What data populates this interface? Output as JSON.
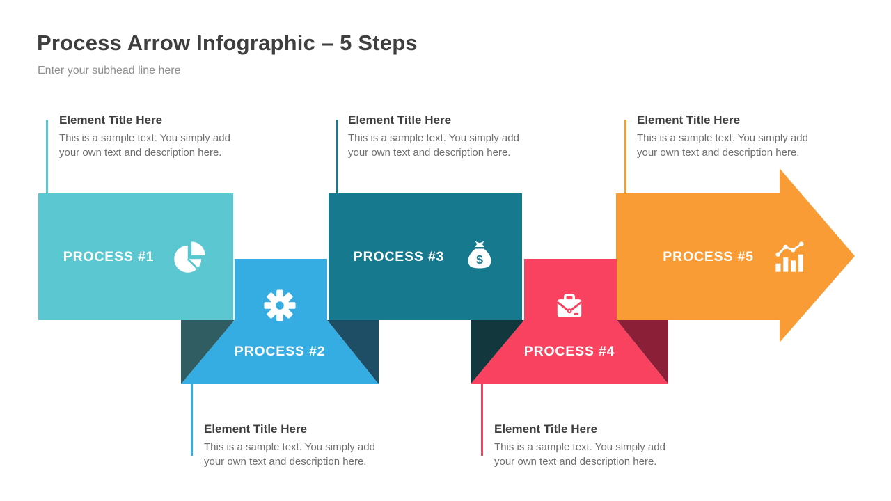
{
  "header": {
    "title": "Process Arrow Infographic – 5 Steps",
    "subhead": "Enter your subhead line here"
  },
  "colors": {
    "background": "#ffffff",
    "title_text": "#3f3f3f",
    "subhead_text": "#8e8e8e",
    "annotation_title_text": "#3e3e3e",
    "annotation_body_text": "#6f6f6f",
    "process_label_text": "#ffffff"
  },
  "steps": [
    {
      "label": "PROCESS #1",
      "icon": "pie-chart-icon",
      "color": "#5ac7d1",
      "element": {
        "title": "Element Title Here",
        "body": "This is a sample text. You simply add your own text and description here."
      }
    },
    {
      "label": "PROCESS #2",
      "icon": "gear-icon",
      "color": "#35ade2",
      "shadow_left": "#2f5d62",
      "shadow_right": "#1d4e66",
      "element": {
        "title": "Element Title Here",
        "body": "This is a sample text. You simply add your own text and description here."
      }
    },
    {
      "label": "PROCESS #3",
      "icon": "money-bag-icon",
      "icon_text": "$",
      "color": "#16798d",
      "element": {
        "title": "Element Title Here",
        "body": "This is a sample text. You simply add your own text and description here."
      }
    },
    {
      "label": "PROCESS #4",
      "icon": "briefcase-icon",
      "color": "#f8425f",
      "shadow_left": "#12383d",
      "shadow_right": "#8b1f38",
      "element": {
        "title": "Element Title Here",
        "body": "This is a sample text. You simply add your own text and description here."
      }
    },
    {
      "label": "PROCESS #5",
      "icon": "trend-bar-chart-icon",
      "color": "#f99c35",
      "element": {
        "title": "Element Title Here",
        "body": "This is a sample text. You simply add your own text and description here."
      }
    }
  ]
}
